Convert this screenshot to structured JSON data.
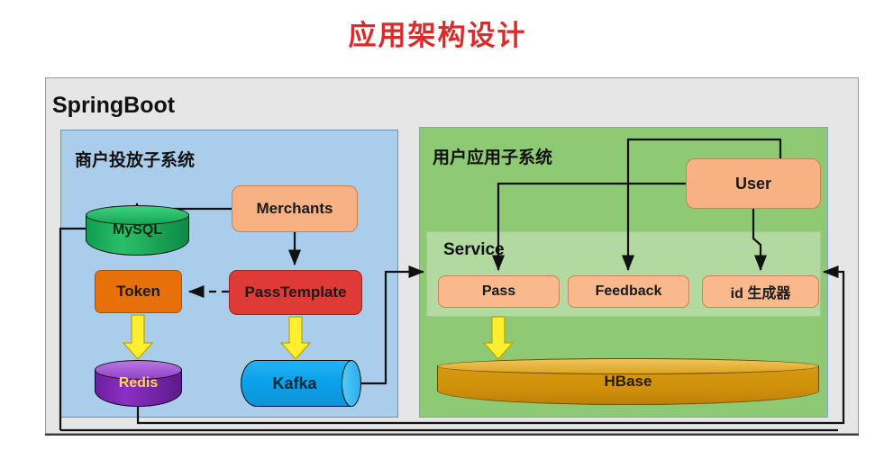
{
  "page": {
    "title": "应用架构设计",
    "title_color": "#d92b2b",
    "background": "#ffffff"
  },
  "container": {
    "label": "SpringBoot",
    "background": "#e6e6e6"
  },
  "subsystems": [
    {
      "id": "merchant-subsystem",
      "title": "商户投放子系统",
      "background": "#aacdeb",
      "nodes": [
        {
          "id": "mysql",
          "label": "MySQL",
          "shape": "cylinder",
          "color": "#16a757",
          "text_color": "#0b2a12"
        },
        {
          "id": "merchants",
          "label": "Merchants",
          "shape": "rounded-box",
          "color": "#f7b183",
          "text_color": "#1a1a1a"
        },
        {
          "id": "token",
          "label": "Token",
          "shape": "rounded-box",
          "color": "#e8700a",
          "text_color": "#1a1a1a"
        },
        {
          "id": "passtemplate",
          "label": "PassTemplate",
          "shape": "rounded-box",
          "color": "#e03a36",
          "text_color": "#1a1a1a"
        },
        {
          "id": "redis",
          "label": "Redis",
          "shape": "cylinder",
          "color": "#8a2fc4",
          "text_color": "#ffd35c"
        },
        {
          "id": "kafka",
          "label": "Kafka",
          "shape": "cylinder-horizontal",
          "color": "#0aa2ea",
          "text_color": "#06293d"
        }
      ]
    },
    {
      "id": "user-subsystem",
      "title": "用户应用子系统",
      "background": "#8ec973",
      "service_group": {
        "label": "Service",
        "services": [
          {
            "id": "pass",
            "label": "Pass",
            "color": "#fab98c"
          },
          {
            "id": "feedback",
            "label": "Feedback",
            "color": "#fab98c"
          },
          {
            "id": "id-generator",
            "label": "id 生成器",
            "color": "#fab98c"
          }
        ]
      },
      "nodes": [
        {
          "id": "user",
          "label": "User",
          "shape": "rounded-box",
          "color": "#f7b183",
          "text_color": "#1a1a1a"
        },
        {
          "id": "hbase",
          "label": "HBase",
          "shape": "cylinder-flat",
          "color": "#cf8f0a",
          "text_color": "#2a1b00"
        }
      ]
    }
  ],
  "connections": [
    {
      "from": "merchants",
      "to": "mysql",
      "style": "solid",
      "arrow": true
    },
    {
      "from": "merchants",
      "to": "passtemplate",
      "style": "solid",
      "arrow": true
    },
    {
      "from": "passtemplate",
      "to": "token",
      "style": "dashed",
      "arrow": true
    },
    {
      "from": "token",
      "to": "redis",
      "style": "block-arrow",
      "arrow": true,
      "color": "#ffef2e"
    },
    {
      "from": "passtemplate",
      "to": "kafka",
      "style": "block-arrow",
      "arrow": true,
      "color": "#ffef2e"
    },
    {
      "from": "kafka",
      "to": "pass",
      "style": "solid",
      "arrow": true
    },
    {
      "from": "user",
      "to": "pass",
      "style": "solid",
      "arrow": true
    },
    {
      "from": "user",
      "to": "feedback",
      "style": "solid",
      "arrow": true
    },
    {
      "from": "user",
      "to": "id-generator",
      "style": "solid",
      "arrow": true
    },
    {
      "from": "pass",
      "to": "hbase",
      "style": "block-arrow",
      "arrow": true,
      "color": "#ffef2e"
    },
    {
      "from": "redis",
      "to": "id-generator",
      "style": "solid",
      "arrow": true
    },
    {
      "from": "hbase-loop",
      "to": "mysql",
      "style": "solid",
      "arrow": false
    }
  ]
}
